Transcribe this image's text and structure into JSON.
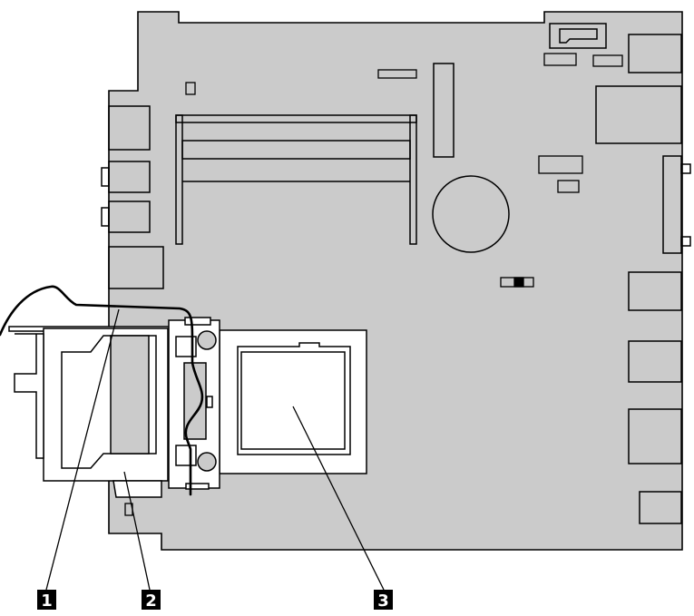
{
  "callouts": [
    {
      "label": "1"
    },
    {
      "label": "2"
    },
    {
      "label": "3"
    }
  ],
  "colors": {
    "board": "#cbcbcb",
    "stroke": "#000000",
    "socket": "#ffffff",
    "callout_bg": "#000000",
    "callout_text": "#ffffff"
  }
}
